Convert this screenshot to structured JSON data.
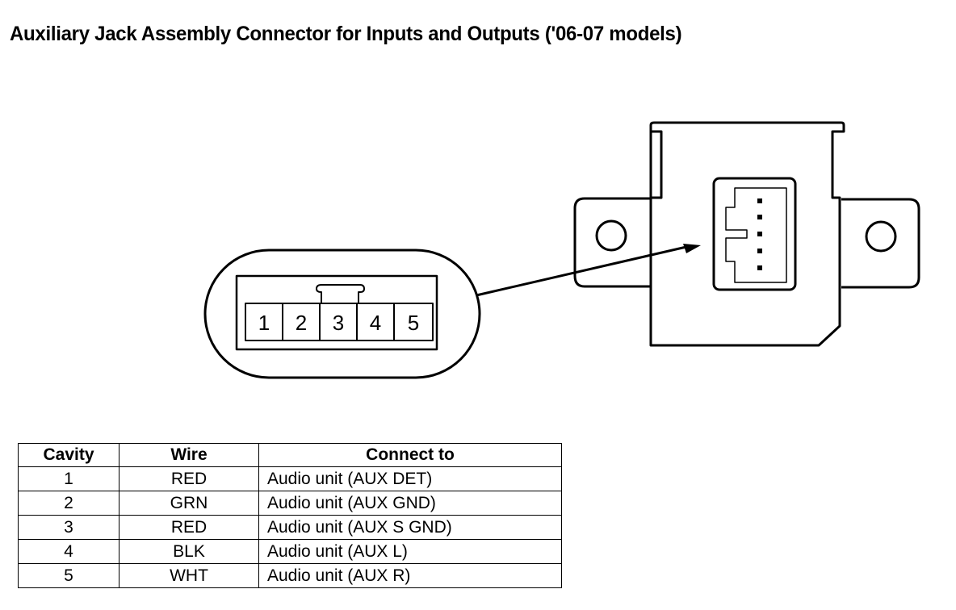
{
  "title": "Auxiliary Jack Assembly Connector for Inputs and Outputs ('06-07 models)",
  "connector_view": {
    "pin_labels": [
      "1",
      "2",
      "3",
      "4",
      "5"
    ]
  },
  "table": {
    "headers": [
      "Cavity",
      "Wire",
      "Connect to"
    ],
    "rows": [
      {
        "cavity": "1",
        "wire": "RED",
        "connect_to": "Audio unit (AUX DET)"
      },
      {
        "cavity": "2",
        "wire": "GRN",
        "connect_to": "Audio unit (AUX GND)"
      },
      {
        "cavity": "3",
        "wire": "RED",
        "connect_to": "Audio unit (AUX S GND)"
      },
      {
        "cavity": "4",
        "wire": "BLK",
        "connect_to": "Audio unit (AUX L)"
      },
      {
        "cavity": "5",
        "wire": "WHT",
        "connect_to": "Audio unit (AUX R)"
      }
    ]
  }
}
